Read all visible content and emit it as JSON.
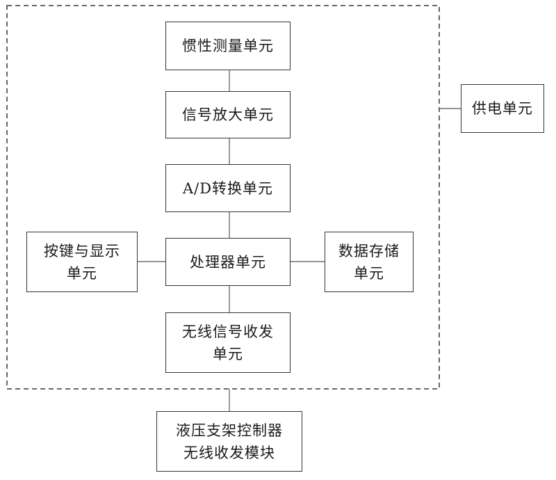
{
  "blocks": {
    "imu": {
      "label": "惯性测量单元"
    },
    "amplifier": {
      "label": "信号放大单元"
    },
    "adc": {
      "label": "A/D转换单元"
    },
    "processor": {
      "label": "处理器单元"
    },
    "keys_display": {
      "line1": "按键与显示",
      "line2": "单元"
    },
    "storage": {
      "line1": "数据存储",
      "line2": "单元"
    },
    "wireless": {
      "line1": "无线信号收发",
      "line2": "单元"
    },
    "power": {
      "label": "供电单元"
    },
    "hydraulic": {
      "line1": "液压支架控制器",
      "line2": "无线收发模块"
    }
  },
  "colors": {
    "line": "#333333",
    "text": "#1a1a1a",
    "background": "#ffffff"
  }
}
